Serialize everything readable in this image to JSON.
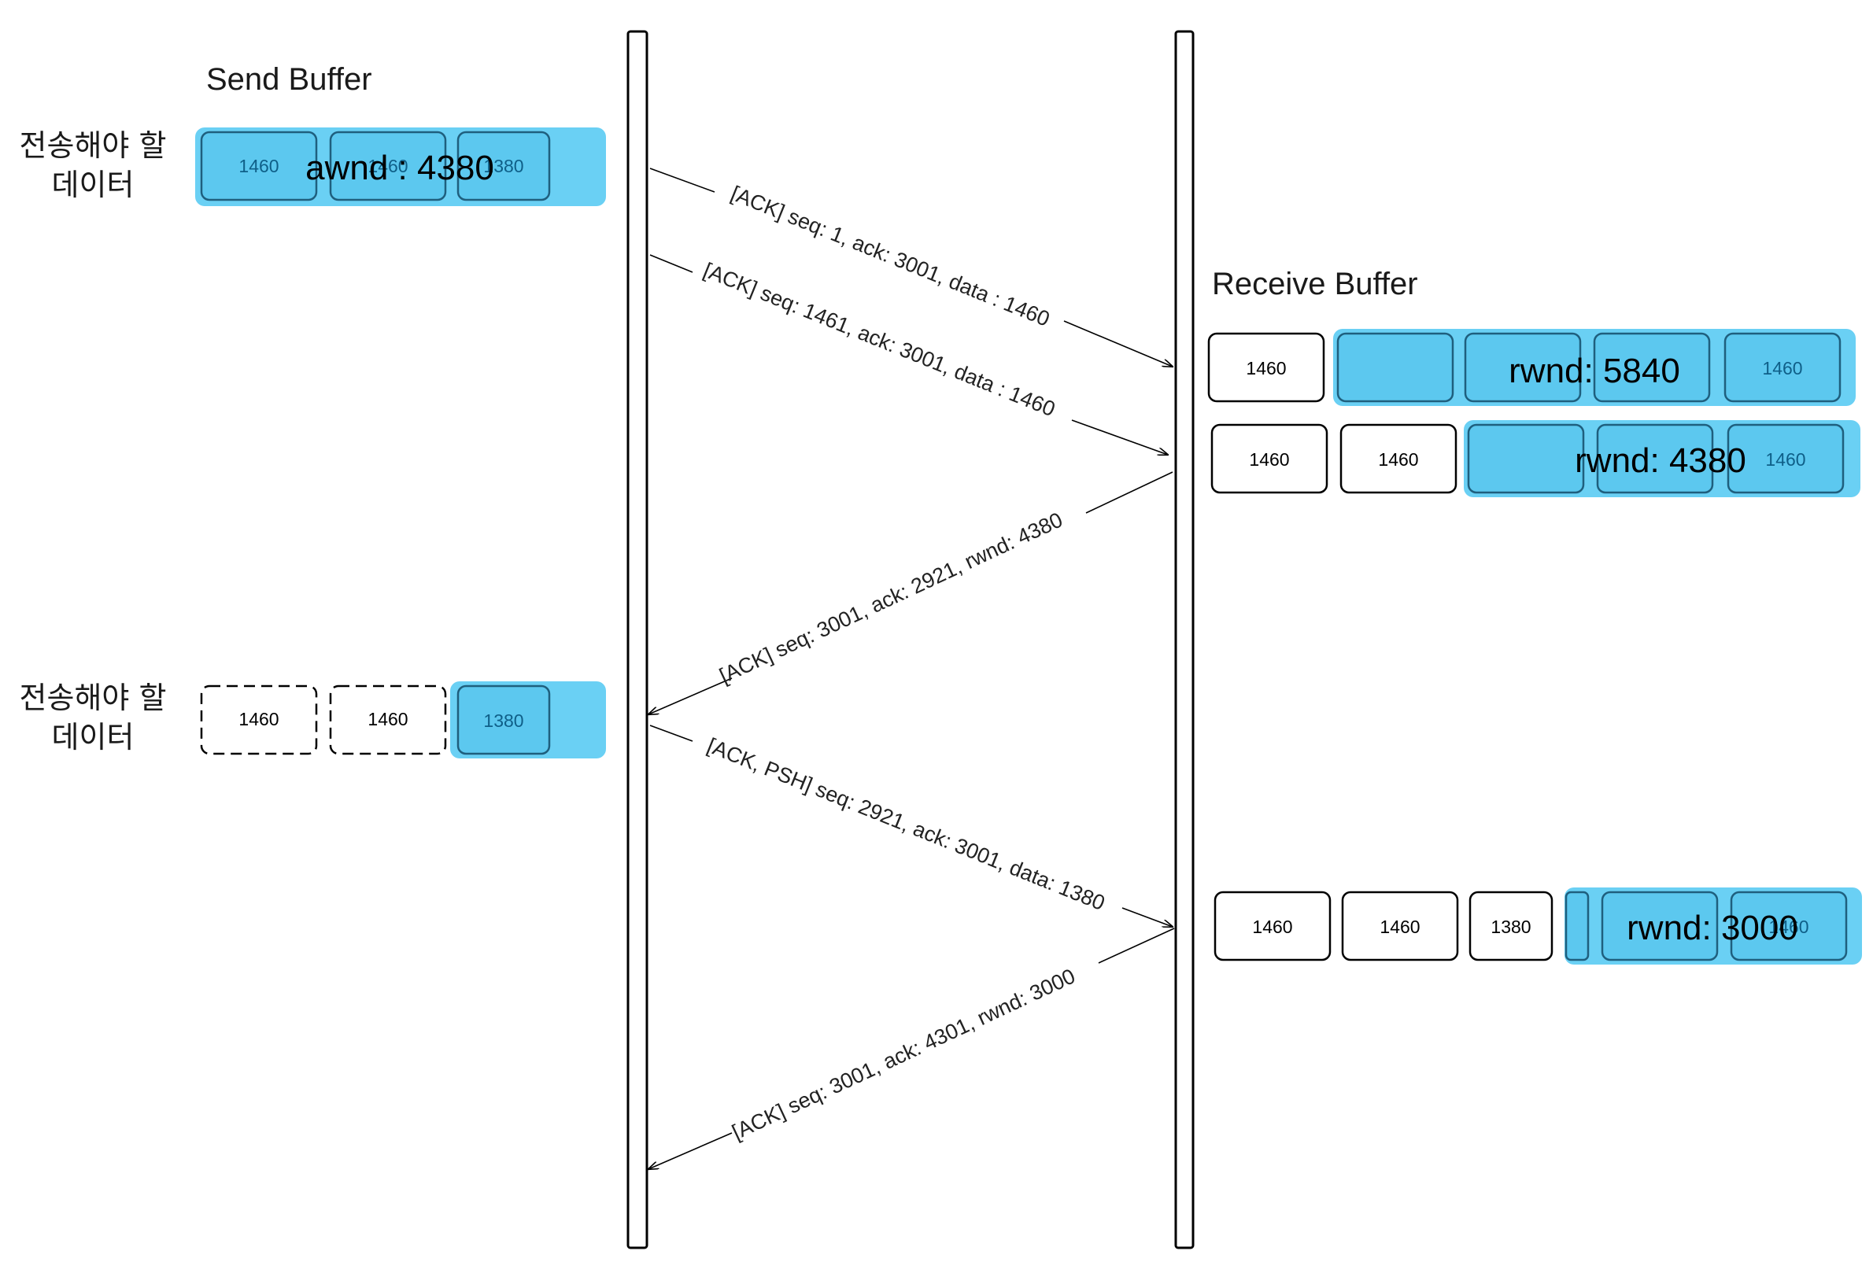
{
  "titles": {
    "send_buffer": "Send Buffer",
    "receive_buffer": "Receive Buffer"
  },
  "send_rows": [
    {
      "label_line1": "전송해야 할",
      "label_line2": "데이터",
      "segments": [
        "1460",
        "1460",
        "1380"
      ],
      "window_text": "awnd : 4380"
    },
    {
      "label_line1": "전송해야 할",
      "label_line2": "데이터",
      "segments": [
        "1460",
        "1460",
        "1380"
      ]
    }
  ],
  "receive_rows": [
    {
      "segments": [
        "1460",
        "",
        "",
        "",
        "1460"
      ],
      "window_text": "rwnd: 5840"
    },
    {
      "segments": [
        "1460",
        "1460",
        "",
        "",
        "1460"
      ],
      "window_text": "rwnd: 4380"
    },
    {
      "segments": [
        "1460",
        "1460",
        "1380",
        "",
        "",
        "1460"
      ],
      "window_text": "rwnd: 3000"
    }
  ],
  "messages": [
    {
      "text": "[ACK] seq: 1, ack: 3001, data : 1460",
      "direction": "to-receiver"
    },
    {
      "text": "[ACK] seq: 1461, ack: 3001, data : 1460",
      "direction": "to-receiver"
    },
    {
      "text": "[ACK]  seq: 3001, ack: 2921, rwnd: 4380",
      "direction": "to-sender"
    },
    {
      "text": "[ACK, PSH]  seq: 2921, ack: 3001, data: 1380",
      "direction": "to-receiver"
    },
    {
      "text": "[ACK]  seq: 3001, ack: 4301, rwnd: 3000",
      "direction": "to-sender"
    }
  ],
  "colors": {
    "window_fill": "#6ad0f4",
    "segment_blue": "#5cc8ef",
    "segment_border_blue": "#1f5f7e",
    "line": "#000000"
  }
}
